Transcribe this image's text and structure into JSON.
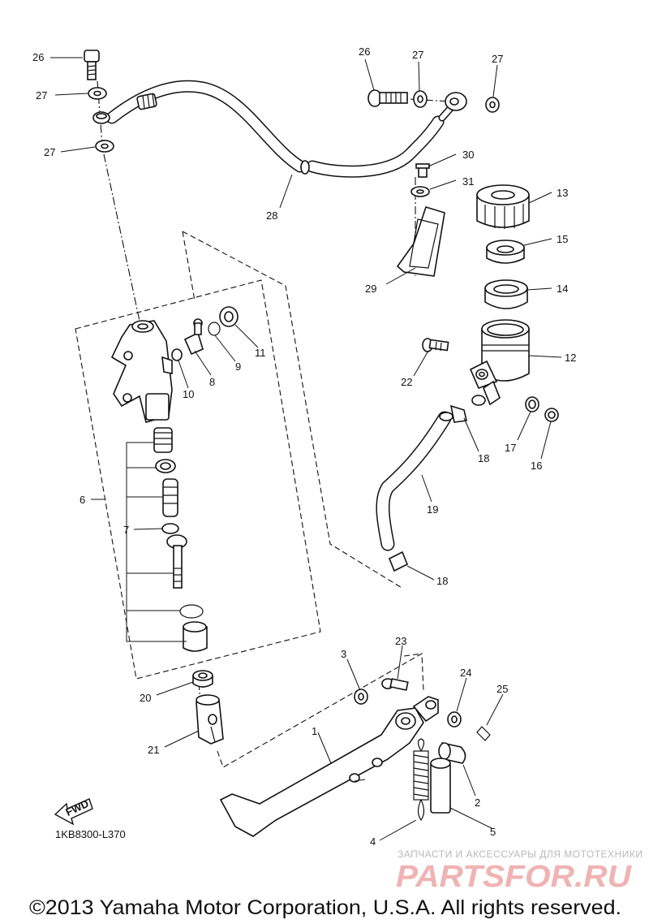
{
  "parts": [
    {
      "num": "1"
    },
    {
      "num": "2"
    },
    {
      "num": "3"
    },
    {
      "num": "4"
    },
    {
      "num": "5"
    },
    {
      "num": "6"
    },
    {
      "num": "7"
    },
    {
      "num": "8"
    },
    {
      "num": "9"
    },
    {
      "num": "10"
    },
    {
      "num": "11"
    },
    {
      "num": "12"
    },
    {
      "num": "13"
    },
    {
      "num": "14"
    },
    {
      "num": "15"
    },
    {
      "num": "16"
    },
    {
      "num": "17"
    },
    {
      "num": "18"
    },
    {
      "num": "18"
    },
    {
      "num": "19"
    },
    {
      "num": "20"
    },
    {
      "num": "21"
    },
    {
      "num": "22"
    },
    {
      "num": "23"
    },
    {
      "num": "24"
    },
    {
      "num": "25"
    },
    {
      "num": "26"
    },
    {
      "num": "26"
    },
    {
      "num": "27"
    },
    {
      "num": "27"
    },
    {
      "num": "27"
    },
    {
      "num": "27"
    },
    {
      "num": "28"
    },
    {
      "num": "29"
    },
    {
      "num": "30"
    },
    {
      "num": "31"
    }
  ],
  "fwd_label": "FWD",
  "drawing_code": "1KB8300-L370",
  "watermark": {
    "tagline": "ЗАПЧАСТИ И АКСЕССУАРЫ ДЛЯ МОТОТЕХНИКИ",
    "brand": "PARTSFOR.RU"
  },
  "copyright": "©2013 Yamaha Motor Corporation, U.S.A. All rights reserved."
}
